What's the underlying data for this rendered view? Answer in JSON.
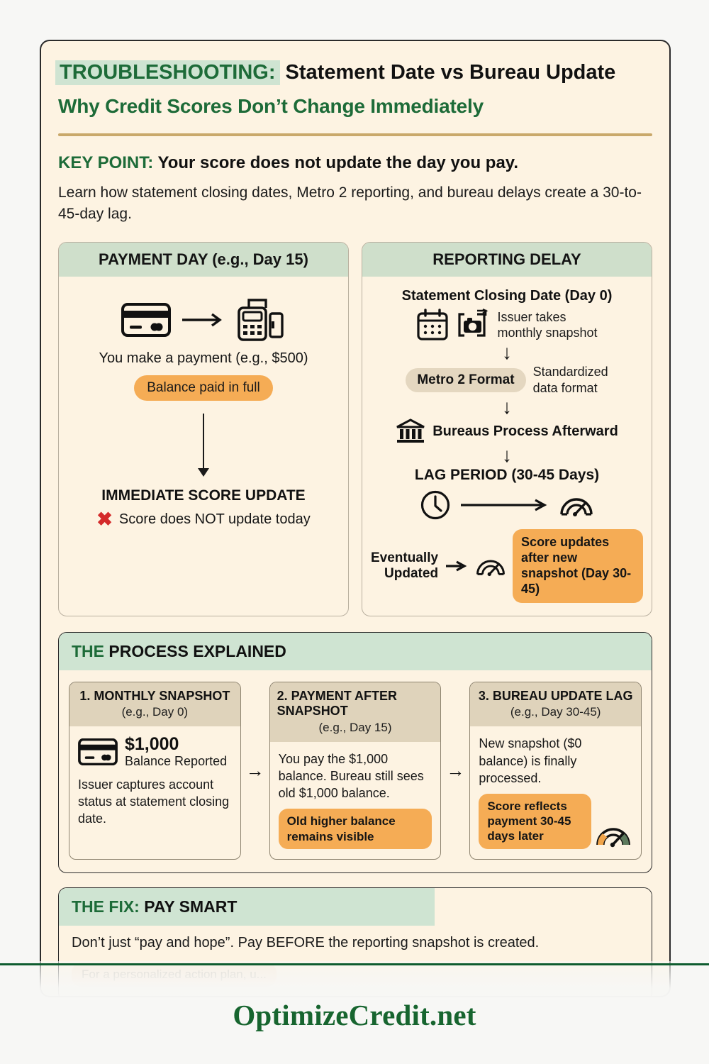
{
  "title": {
    "badge": "TROUBLESHOOTING:",
    "rest": " Statement Date vs Bureau Update",
    "line2": "Why Credit Scores Don’t Change Immediately"
  },
  "keypoint": {
    "label": "KEY POINT:",
    "text": " Your score does not update the day you pay.",
    "lede": "Learn how statement closing dates, Metro 2 reporting, and bureau delays create a 30-to-45-day lag."
  },
  "left_panel": {
    "heading": "PAYMENT DAY (e.g., Day 15)",
    "caption": "You make a payment (e.g., $500)",
    "pill": "Balance paid in full",
    "immediate_heading": "IMMEDIATE SCORE UPDATE",
    "not_update": "Score does NOT update today",
    "x_icon": "✖"
  },
  "right_panel": {
    "heading": "REPORTING DELAY",
    "statement_closing": "Statement Closing Date (Day 0)",
    "snapshot_note": "Issuer takes\nmonthly snapshot",
    "metro_pill": "Metro 2 Format",
    "metro_note": "Standardized\ndata format",
    "bureaus": "Bureaus Process Afterward",
    "lag_period": "LAG PERIOD (30-45 Days)",
    "eventually": "Eventually\nUpdated",
    "score_pill": "Score updates after new snapshot (Day 30-45)",
    "arrow": "↓"
  },
  "process": {
    "heading_the": "THE",
    "heading_rest": " PROCESS EXPLAINED",
    "chevron": "→",
    "cards": [
      {
        "title": "1. MONTHLY SNAPSHOT",
        "sub": "(e.g., Day 0)",
        "amount": "$1,000",
        "amount_label": "Balance Reported",
        "text": "Issuer captures account status at statement closing date.",
        "pill": ""
      },
      {
        "title": "2. PAYMENT AFTER SNAPSHOT",
        "sub": "(e.g., Day 15)",
        "amount": "",
        "amount_label": "",
        "text": "You pay the $1,000 balance. Bureau still sees old $1,000 balance.",
        "pill": "Old higher balance remains visible"
      },
      {
        "title": "3. BUREAU UPDATE LAG",
        "sub": "(e.g., Day 30-45)",
        "amount": "",
        "amount_label": "",
        "text": "New snapshot ($0 balance) is finally processed.",
        "pill": "Score reflects payment 30-45 days later"
      }
    ]
  },
  "fix": {
    "heading_the": "THE FIX:",
    "heading_rest": " PAY SMART",
    "text": "Don’t just “pay and hope”. Pay BEFORE the reporting snapshot is created.",
    "note": "For a personalized action plan, u..."
  },
  "footer": {
    "brand": "OptimizeCredit.net"
  },
  "colors": {
    "page_bg": "#f7f7f5",
    "card_bg": "#fdf3e2",
    "green": "#1d6b38",
    "green_band": "#cfe4d2",
    "sage_band": "#cfdfcb",
    "tan_band": "#dfd3bb",
    "orange_pill": "#f5ac55",
    "gold_rule": "#c9a86a",
    "red_x": "#d42a2a",
    "footer_green": "#17652f"
  }
}
